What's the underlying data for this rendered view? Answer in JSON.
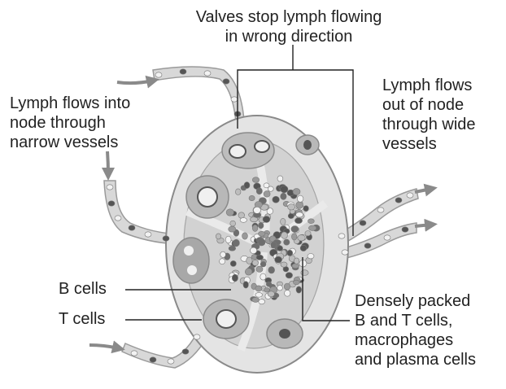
{
  "labels": {
    "valves": "Valves stop lymph flowing\nin wrong direction",
    "flow_in": "Lymph flows into\nnode through\nnarrow vessels",
    "flow_out": "Lymph flows\nout of node\nthrough wide\nvessels",
    "b_cells": "B cells",
    "t_cells": "T cells",
    "densely_packed": "Densely packed\nB and T cells,\nmacrophages\nand plasma cells"
  },
  "colors": {
    "node_fill": "#e4e4e4",
    "cortex_fill": "#cfcfcf",
    "cell_dark": "#555555",
    "cell_mid": "#9a9a9a",
    "vessel_fill": "#d8d8d8",
    "arrow": "#8a8a8a",
    "leader": "#222222"
  }
}
